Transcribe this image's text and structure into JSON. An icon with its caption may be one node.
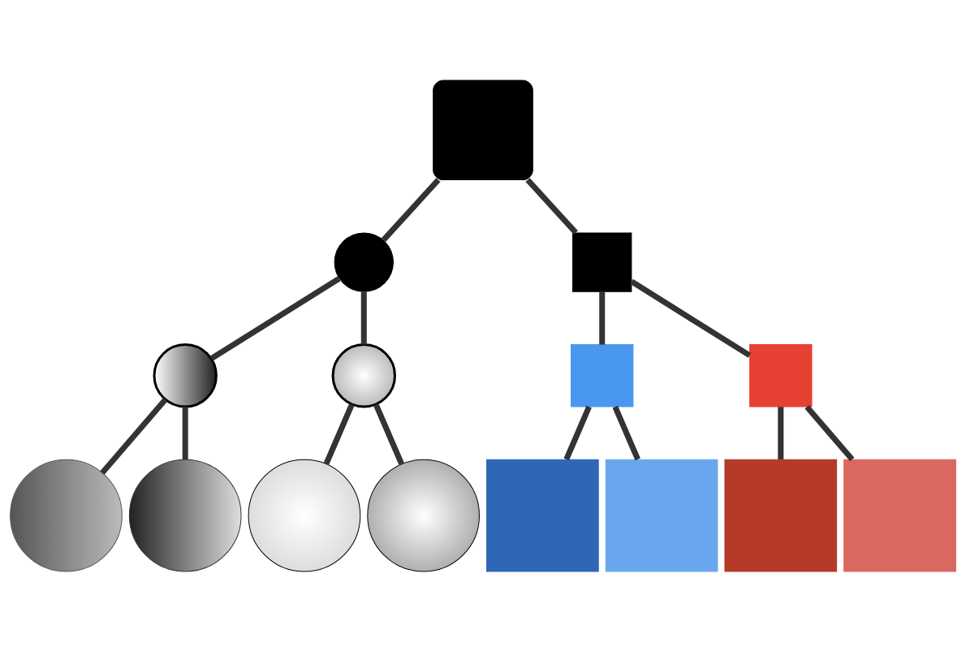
{
  "diagram": {
    "nodes": [
      {
        "text": [],
        "shape": "box"
      },
      {
        "text": [],
        "shape": "circle"
      },
      {
        "text": [],
        "shape": "box"
      },
      {
        "text": [],
        "shape": "circle"
      },
      {
        "text": [],
        "shape": "circle"
      },
      {
        "text": [],
        "shape": "box"
      },
      {
        "text": [],
        "shape": "box"
      },
      {
        "text": [],
        "shape": "circle"
      },
      {
        "text": [],
        "shape": "circle"
      },
      {
        "text": [],
        "shape": "circle"
      },
      {
        "text": [],
        "shape": "circle"
      },
      {
        "text": [],
        "shape": "box"
      },
      {
        "text": [],
        "shape": "box"
      },
      {
        "text": [],
        "shape": "box"
      },
      {
        "text": [],
        "shape": "box"
      }
    ],
    "edges": [
      {
        "from": 0,
        "to": 1,
        "arrow": "none"
      },
      {
        "from": 0,
        "to": 2,
        "arrow": "none"
      },
      {
        "from": 1,
        "to": 3,
        "arrow": "none"
      },
      {
        "from": 1,
        "to": 4,
        "arrow": "none"
      },
      {
        "from": 2,
        "to": 5,
        "arrow": "none"
      },
      {
        "from": 2,
        "to": 6,
        "arrow": "none"
      },
      {
        "from": 3,
        "to": 7,
        "arrow": "none"
      },
      {
        "from": 3,
        "to": 8,
        "arrow": "none"
      },
      {
        "from": 4,
        "to": 9,
        "arrow": "none"
      },
      {
        "from": 4,
        "to": 10,
        "arrow": "none"
      },
      {
        "from": 5,
        "to": 11,
        "arrow": "none"
      },
      {
        "from": 5,
        "to": 12,
        "arrow": "none"
      },
      {
        "from": 6,
        "to": 13,
        "arrow": "none"
      },
      {
        "from": 6,
        "to": 14,
        "arrow": "none"
      }
    ]
  }
}
